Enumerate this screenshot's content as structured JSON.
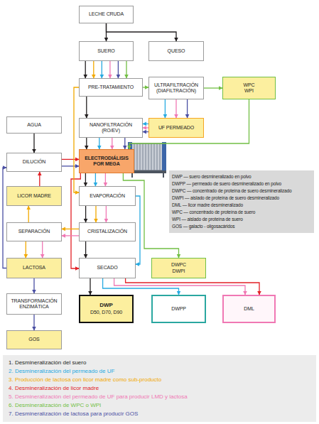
{
  "diagram": {
    "nodes": [
      {
        "text": [
          "LECHE CRUDA"
        ]
      },
      {
        "text": [
          "SUERO"
        ]
      },
      {
        "text": [
          "QUESO"
        ]
      },
      {
        "text": [
          "PRE-TRATAMIENTO"
        ]
      },
      {
        "text": [
          "ULTRAFILTRACIÓN (DIAFILTRACIÓN)"
        ]
      },
      {
        "text": [
          "WPC WPI"
        ]
      },
      {
        "text": [
          "NANOFILTRACIÓN (RO/EV)"
        ]
      },
      {
        "text": [
          "UF PERMEADO"
        ]
      },
      {
        "text": [
          "AGUA"
        ]
      },
      {
        "text": [
          "DILUCIÓN"
        ]
      },
      {
        "text": [
          "ELECTRODIÁLISIS POR MEGA"
        ]
      },
      {
        "text": [
          "LICOR MADRE"
        ]
      },
      {
        "text": [
          "EVAPORACIÓN"
        ]
      },
      {
        "text": [
          "SEPARACIÓN"
        ]
      },
      {
        "text": [
          "CRISTALIZACIÓN"
        ]
      },
      {
        "text": [
          "LACTOSA"
        ]
      },
      {
        "text": [
          "SECADO"
        ]
      },
      {
        "text": [
          "DWPC DWPI"
        ]
      },
      {
        "text": [
          "TRANSFORMACIÓN ENZIMÁTICA"
        ]
      },
      {
        "text": [
          "GOS"
        ]
      },
      {
        "text": [
          "DWP",
          "D50, D70, D90"
        ]
      },
      {
        "text": [
          "DWPP"
        ]
      },
      {
        "text": [
          "DML"
        ]
      },
      {
        "text": [
          "DWP — suero desmineralizado en polvo",
          "DWPP — permeado de suero desmineralizado en polvo",
          "DWPC — concentrado de proteína de suero desmineralizado",
          "DWPI — aislado de proteína de suero desmineralizado",
          "DML — licor madre desmineralizado",
          "WPC — concentrado de proteína de suero",
          "WPI — aislado de proteína de suero",
          "GOS — galacto - oligosacáridos"
        ]
      }
    ],
    "edges": [
      {
        "from": 0,
        "to": 1,
        "arrow": "to"
      },
      {
        "from": 0,
        "to": 2,
        "arrow": "to"
      },
      {
        "from": 1,
        "to": 3,
        "arrow": "to"
      },
      {
        "from": 1,
        "to": 3,
        "arrow": "to"
      },
      {
        "from": 1,
        "to": 3,
        "arrow": "to"
      },
      {
        "from": 1,
        "to": 3,
        "arrow": "to"
      },
      {
        "from": 1,
        "to": 3,
        "arrow": "to"
      },
      {
        "from": 1,
        "to": 3,
        "arrow": "to"
      },
      {
        "from": 3,
        "to": 4,
        "arrow": "to"
      },
      {
        "from": 4,
        "to": 5,
        "arrow": "to"
      },
      {
        "from": 4,
        "to": 7,
        "arrow": "to"
      },
      {
        "from": 4,
        "to": 7,
        "arrow": "to"
      },
      {
        "from": 4,
        "to": 7,
        "arrow": "to"
      },
      {
        "from": 7,
        "to": 6,
        "arrow": "to"
      },
      {
        "from": 7,
        "to": 6,
        "arrow": "to"
      },
      {
        "from": 7,
        "to": 6,
        "arrow": "to"
      },
      {
        "from": 3,
        "to": 6,
        "arrow": "to"
      },
      {
        "from": 6,
        "to": 10,
        "arrow": "to"
      },
      {
        "from": 6,
        "to": 10,
        "arrow": "to"
      },
      {
        "from": 6,
        "to": 10,
        "arrow": "to"
      },
      {
        "from": 6,
        "to": 10,
        "arrow": "to"
      },
      {
        "from": 5,
        "to": 10,
        "arrow": "to"
      },
      {
        "from": 8,
        "to": 9,
        "arrow": "to"
      },
      {
        "from": 9,
        "to": 10,
        "arrow": "to"
      },
      {
        "from": 9,
        "to": 10,
        "arrow": "to"
      },
      {
        "from": 11,
        "to": 9,
        "arrow": "to"
      },
      {
        "from": 10,
        "to": 12,
        "arrow": "to"
      },
      {
        "from": 10,
        "to": 12,
        "arrow": "to"
      },
      {
        "from": 10,
        "to": 12,
        "arrow": "to"
      },
      {
        "from": 10,
        "to": 16,
        "arrow": "to"
      },
      {
        "from": 10,
        "to": 17,
        "arrow": "to"
      },
      {
        "from": 3,
        "to": 12,
        "arrow": "to"
      },
      {
        "from": 12,
        "to": 14,
        "arrow": "to"
      },
      {
        "from": 12,
        "to": 14,
        "arrow": "to"
      },
      {
        "from": 12,
        "to": 14,
        "arrow": "to"
      },
      {
        "from": 12,
        "to": 16,
        "arrow": "to"
      },
      {
        "from": 14,
        "to": 16,
        "arrow": "to"
      },
      {
        "from": 14,
        "to": 13,
        "arrow": "to"
      },
      {
        "from": 14,
        "to": 13,
        "arrow": "to"
      },
      {
        "from": 13,
        "to": 11,
        "arrow": "to"
      },
      {
        "from": 13,
        "to": 15,
        "arrow": "to"
      },
      {
        "from": 13,
        "to": 15,
        "arrow": "to"
      },
      {
        "from": 15,
        "to": 9,
        "arrow": "to"
      },
      {
        "from": 15,
        "to": 18,
        "arrow": "to"
      },
      {
        "from": 18,
        "to": 19,
        "arrow": "to"
      },
      {
        "from": 16,
        "to": 20,
        "arrow": "to"
      },
      {
        "from": 16,
        "to": 21,
        "arrow": "to"
      },
      {
        "from": 16,
        "to": 22,
        "arrow": "to"
      },
      {
        "from": 16,
        "to": 22,
        "arrow": "to"
      }
    ],
    "legend": [
      {
        "text": "1. Desmineralización del suero",
        "color": "#231f20"
      },
      {
        "text": "2. Desmineralización del permeado de UF",
        "color": "#27aae1"
      },
      {
        "text": "3. Producción de lactosa con licor madre como sub-producto",
        "color": "#f2a900"
      },
      {
        "text": "4. Desmineralización de licor madre",
        "color": "#e22026"
      },
      {
        "text": "5. Desmineralización del permeado de UF para producir LMD y lactosa",
        "color": "#f078b4"
      },
      {
        "text": "6. Desmineralización de WPC o WPI",
        "color": "#72bf44"
      },
      {
        "text": "7. Desmineralización de lactosa para producir GOS",
        "color": "#4a4fa3"
      }
    ]
  }
}
